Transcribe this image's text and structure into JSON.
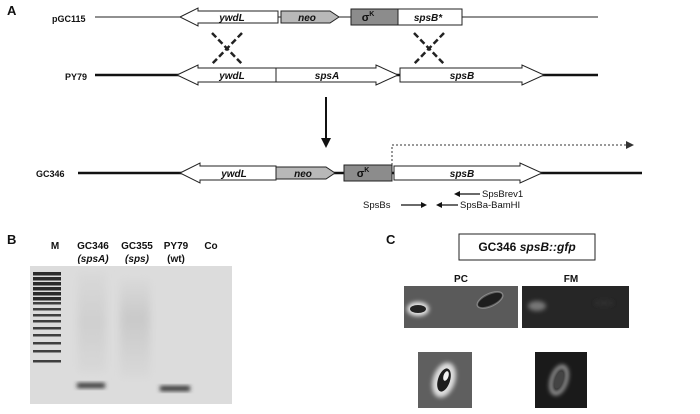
{
  "panels": {
    "a": "A",
    "b": "B",
    "c": "C"
  },
  "constructs": {
    "pGC115": {
      "name": "pGC115",
      "genes": {
        "ywdL": "ywdL",
        "neo": "neo",
        "sigma": "σ",
        "sigma_sup": "K",
        "spsB": "spsB*"
      }
    },
    "PY79": {
      "name": "PY79",
      "genes": {
        "ywdL": "ywdL",
        "spsA": "spsA",
        "spsB": "spsB"
      }
    },
    "GC346": {
      "name": "GC346",
      "genes": {
        "ywdL": "ywdL",
        "neo": "neo",
        "sigma": "σ",
        "sigma_sup": "K",
        "spsB": "spsB"
      },
      "primers": {
        "spsbrev1": "SpsBrev1",
        "spsbs": "SpsBs",
        "spsba": "SpsBa-BamHI"
      }
    }
  },
  "gel": {
    "lanes": [
      {
        "id": "m",
        "name": "M",
        "sub": ""
      },
      {
        "id": "gc346",
        "name": "GC346",
        "sub": "(spsA)",
        "sub_italic": "spsA"
      },
      {
        "id": "gc355",
        "name": "GC355",
        "sub": "(sps)",
        "sub_italic": "sps"
      },
      {
        "id": "py79",
        "name": "PY79",
        "sub": "(wt)"
      },
      {
        "id": "co",
        "name": "Co",
        "sub": ""
      }
    ]
  },
  "microscopy": {
    "title_strain": "GC346",
    "title_fusion": "spsB::gfp",
    "pc_label": "PC",
    "fm_label": "FM"
  },
  "colors": {
    "line": "#111111",
    "gene_fill": "#ffffff",
    "neo_fill": "#b8b8b8",
    "sigma_fill": "#8c8c8c",
    "gel_bg": "#dcdcdc"
  }
}
